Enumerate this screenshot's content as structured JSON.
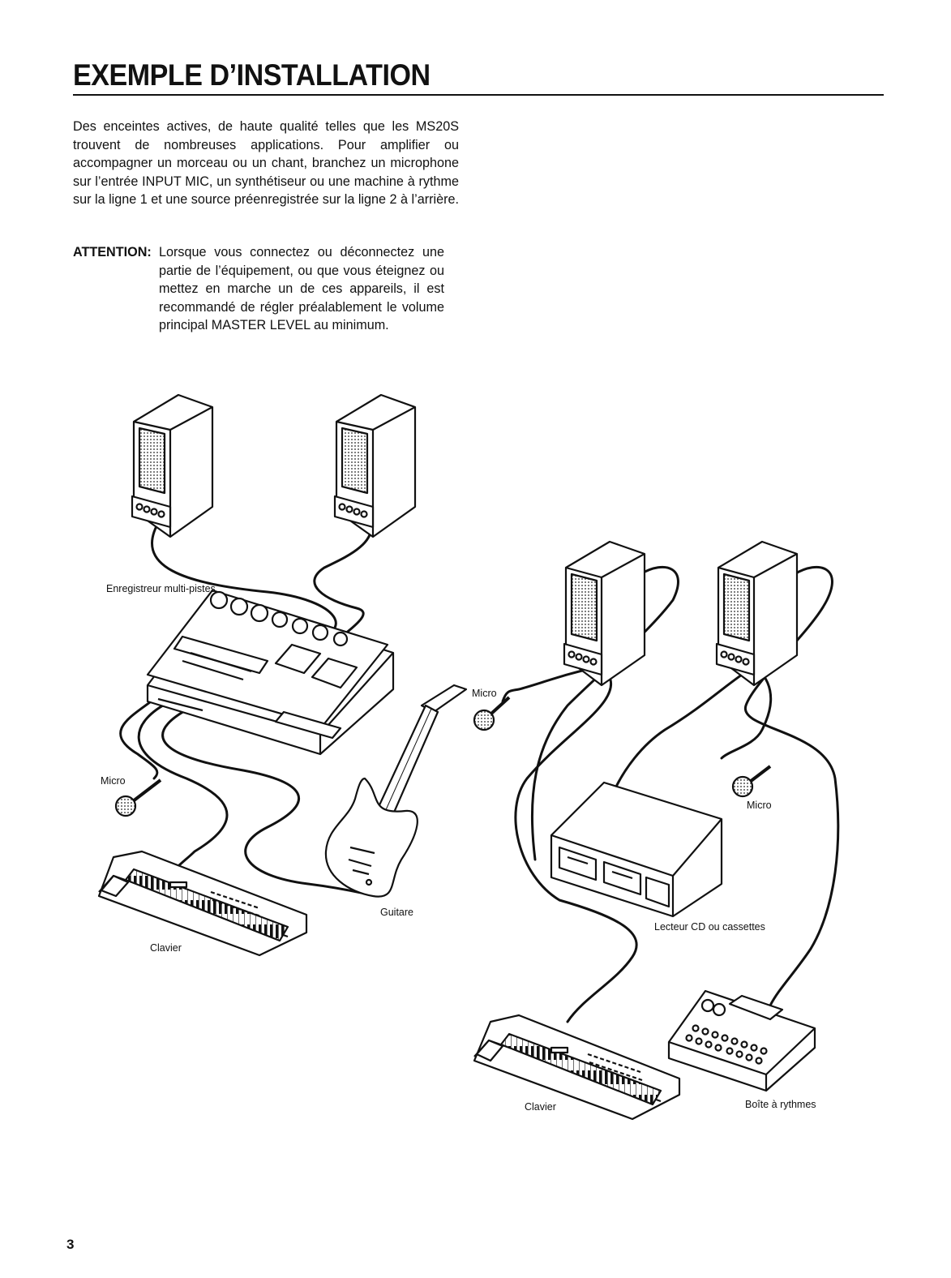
{
  "title": "EXEMPLE D’INSTALLATION",
  "intro": "Des enceintes actives, de haute qualité telles que les MS20S trouvent de nombreuses applications. Pour amplifier ou accompagner un morceau ou un chant, branchez un microphone sur l’entrée INPUT MIC, un synthétiseur ou une machine à rythme sur la ligne 1 et une source préenregistrée sur la ligne 2 à l’arrière.",
  "attention": {
    "label": "ATTENTION:",
    "text": "Lorsque vous connectez ou déconnectez une partie de l’équipement, ou que vous éteignez ou mettez en marche un de ces appareils, il est recommandé de régler préalablement le volume principal MASTER LEVEL au minimum."
  },
  "labels": {
    "recorder": "Enregistreur multi-pistes",
    "micro_left": "Micro",
    "keyboard_left": "Clavier",
    "guitar": "Guitare",
    "micro_center": "Micro",
    "micro_right": "Micro",
    "cd_player": "Lecteur CD ou cassettes",
    "keyboard_right": "Clavier",
    "drum_machine": "Boîte à rythmes"
  },
  "page_number": "3"
}
